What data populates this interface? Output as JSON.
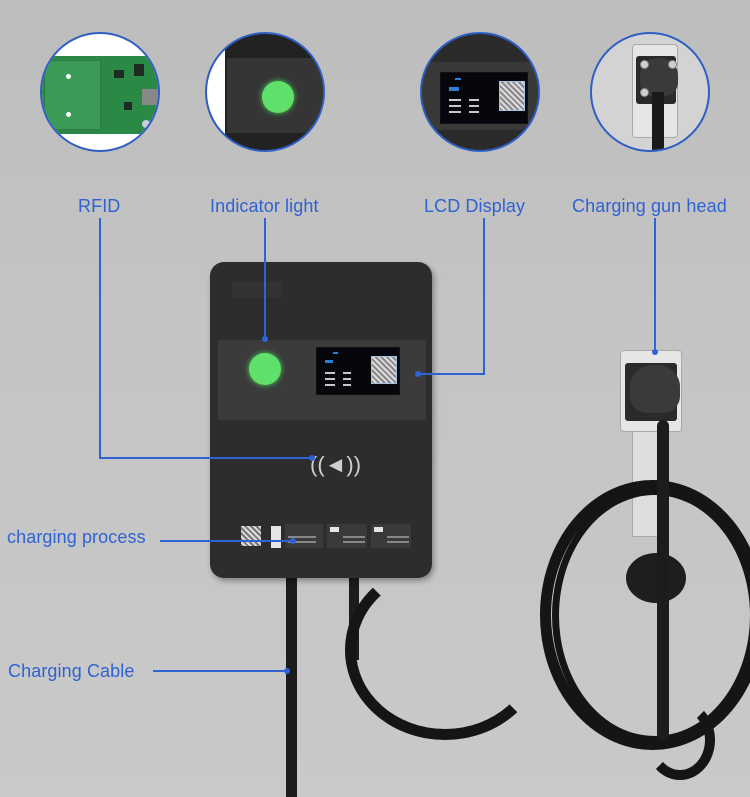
{
  "callouts": {
    "rfid": {
      "label": "RFID"
    },
    "indicator": {
      "label": "Indicator light"
    },
    "lcd": {
      "label": "LCD Display"
    },
    "gun_head": {
      "label": "Charging gun head"
    },
    "process": {
      "label": "charging process"
    },
    "cable": {
      "label": "Charging Cable"
    }
  },
  "thumbnails": [
    {
      "name": "rfid-thumbnail",
      "depicts": "green RFID circuit board"
    },
    {
      "name": "indicator-thumbnail",
      "depicts": "green indicator light"
    },
    {
      "name": "lcd-thumbnail",
      "depicts": "LCD screen with QR code"
    },
    {
      "name": "gun-head-thumbnail",
      "depicts": "charging gun plugged into holder"
    }
  ],
  "icons": {
    "rfid": "contactless-card-icon"
  },
  "colors": {
    "accent": "#2f62d4",
    "background": "#c4c4c4",
    "charger_body": "#2d2d2d",
    "indicator_green": "#5ee06a"
  }
}
